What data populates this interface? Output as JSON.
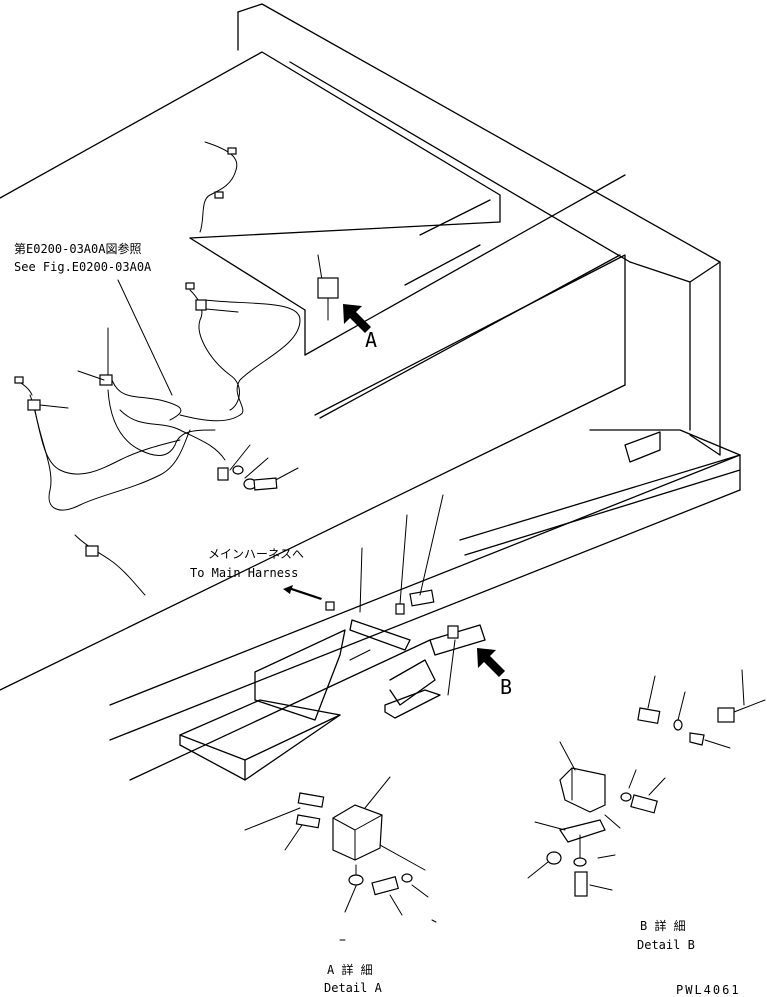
{
  "labels": {
    "ref_jp": "第E0200-03A0A図参照",
    "ref_en": "See Fig.E0200-03A0A",
    "harness_jp": "メインハーネスへ",
    "harness_en": "To Main Harness",
    "callout_a": "A",
    "callout_b": "B",
    "detail_a_jp": "A 詳 細",
    "detail_a_en": "Detail A",
    "detail_b_jp": "B 詳 細",
    "detail_b_en": "Detail B",
    "drawing_no": "PWL4061"
  },
  "icons": {
    "callout_a_arrow": "arrow-up-left-icon",
    "callout_b_arrow": "arrow-up-left-icon",
    "harness_arrow": "arrow-left-icon"
  },
  "colors": {
    "ink": "#000000",
    "paper": "#ffffff"
  }
}
